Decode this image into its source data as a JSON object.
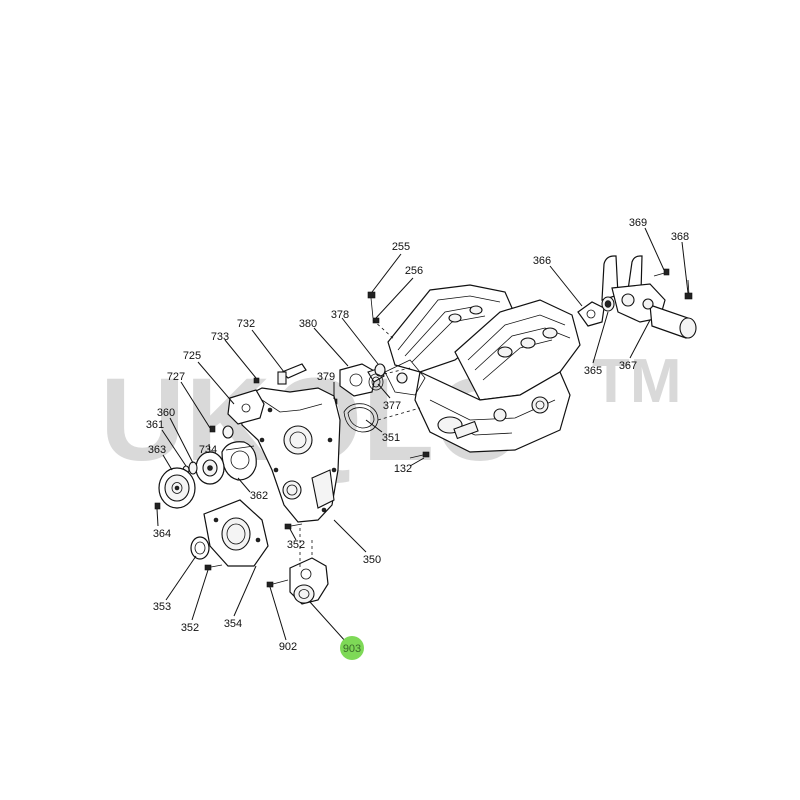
{
  "watermark": {
    "left": "UKQLC",
    "right": "TM"
  },
  "callouts": [
    {
      "id": "c255",
      "label": "255"
    },
    {
      "id": "c256",
      "label": "256"
    },
    {
      "id": "c366",
      "label": "366"
    },
    {
      "id": "c369",
      "label": "369"
    },
    {
      "id": "c368",
      "label": "368"
    },
    {
      "id": "c378",
      "label": "378"
    },
    {
      "id": "c380",
      "label": "380"
    },
    {
      "id": "c379",
      "label": "379"
    },
    {
      "id": "c377",
      "label": "377"
    },
    {
      "id": "c351",
      "label": "351"
    },
    {
      "id": "c732",
      "label": "732"
    },
    {
      "id": "c733",
      "label": "733"
    },
    {
      "id": "c725",
      "label": "725"
    },
    {
      "id": "c727",
      "label": "727"
    },
    {
      "id": "c360",
      "label": "360"
    },
    {
      "id": "c361",
      "label": "361"
    },
    {
      "id": "c734",
      "label": "734"
    },
    {
      "id": "c363",
      "label": "363"
    },
    {
      "id": "c362",
      "label": "362"
    },
    {
      "id": "c132",
      "label": "132"
    },
    {
      "id": "c365",
      "label": "365"
    },
    {
      "id": "c367",
      "label": "367"
    },
    {
      "id": "c364",
      "label": "364"
    },
    {
      "id": "c352a",
      "label": "352"
    },
    {
      "id": "c350",
      "label": "350"
    },
    {
      "id": "c353",
      "label": "353"
    },
    {
      "id": "c352b",
      "label": "352"
    },
    {
      "id": "c354",
      "label": "354"
    },
    {
      "id": "c902",
      "label": "902"
    },
    {
      "id": "c903",
      "label": "903"
    }
  ],
  "highlight": {
    "label": "903",
    "color": "#7ed957"
  }
}
